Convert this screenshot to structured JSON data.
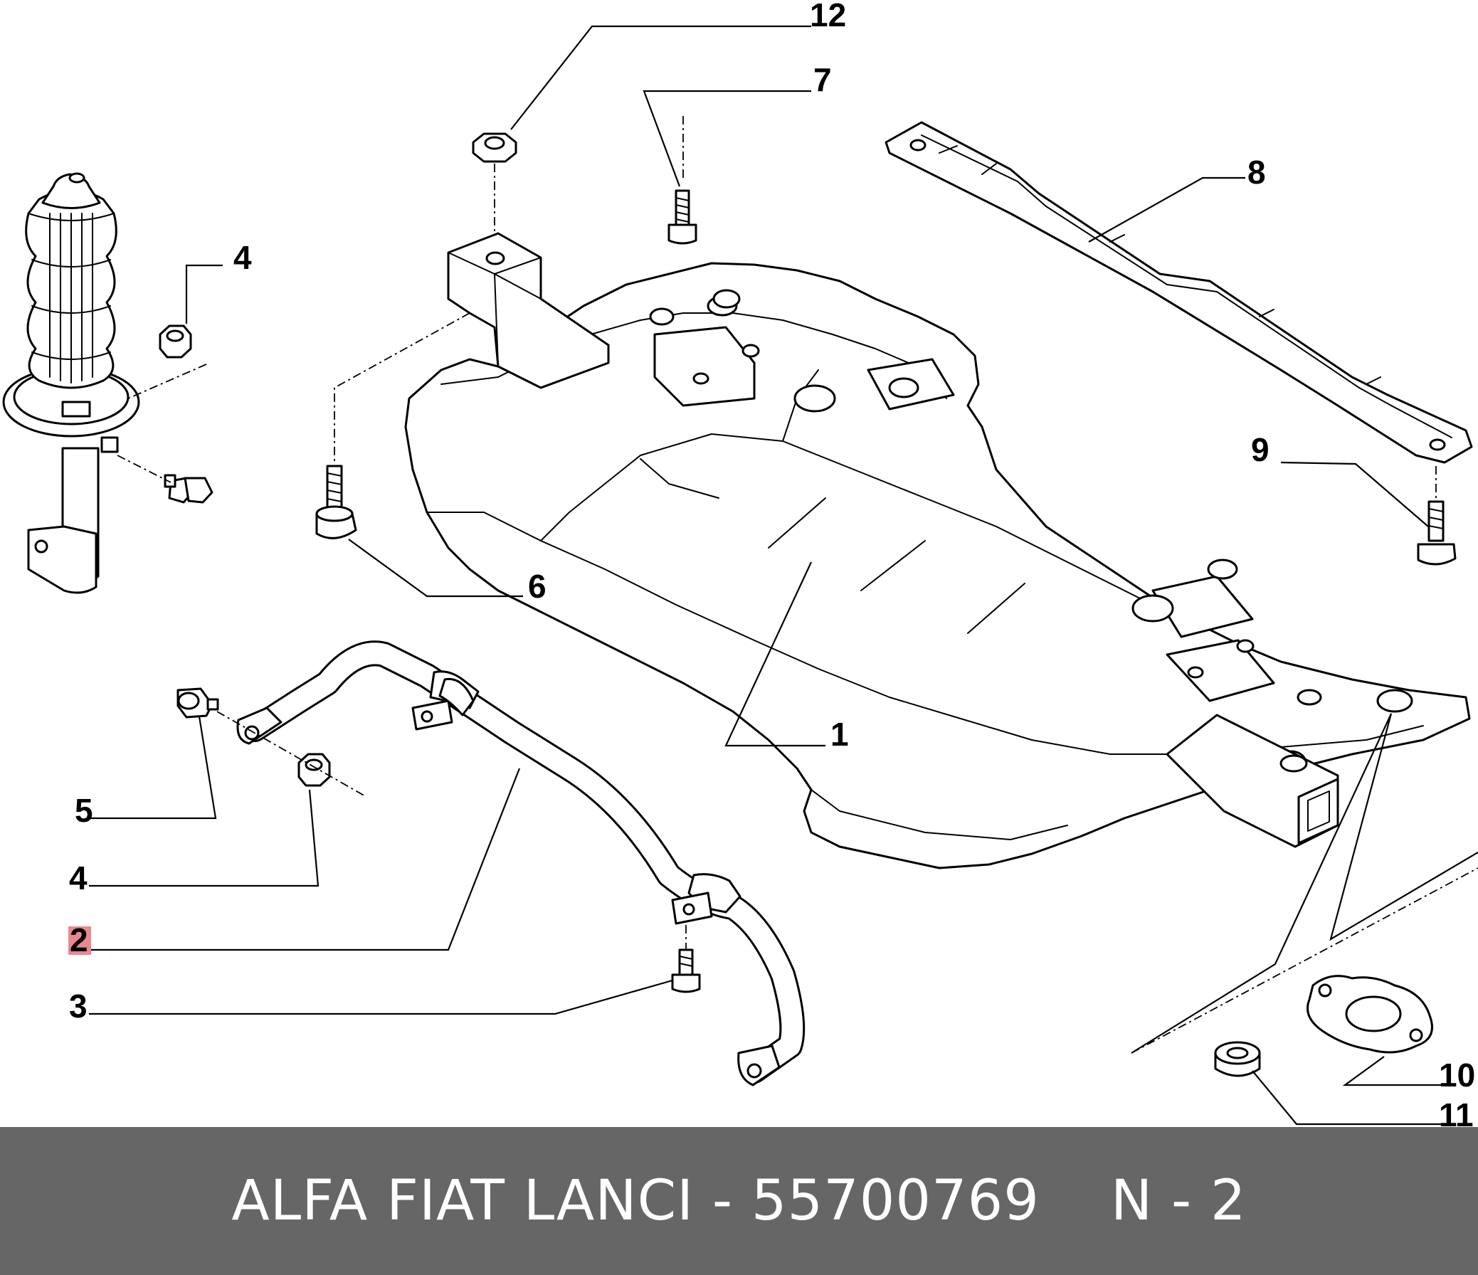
{
  "callouts": {
    "n1": "1",
    "n2": "2",
    "n3": "3",
    "n4a": "4",
    "n4b": "4",
    "n5": "5",
    "n6": "6",
    "n7": "7",
    "n8": "8",
    "n9": "9",
    "n10": "10",
    "n11": "11",
    "n12": "12"
  },
  "highlighted_callout": "2",
  "highlight_color": "#e8888f",
  "footer": {
    "part_label": "ALFA FIAT LANCI - 55700769",
    "position_label": "N - 2",
    "background": "#666666"
  }
}
